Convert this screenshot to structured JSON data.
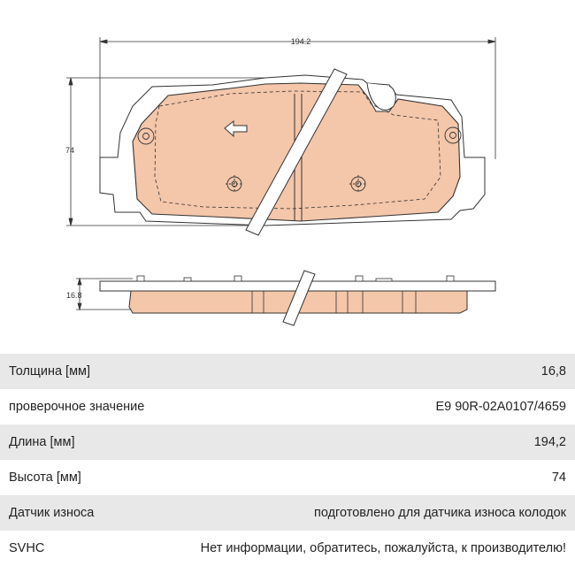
{
  "drawing": {
    "dim_length": "194.2",
    "dim_height": "74",
    "dim_thickness": "16.8",
    "pad_color": "#f4c6aa",
    "line_color": "#333333"
  },
  "specs": [
    {
      "label": "Толщина [мм]",
      "value": "16,8"
    },
    {
      "label": "проверочное значение",
      "value": "E9 90R-02A0107/4659"
    },
    {
      "label": "Длина [мм]",
      "value": "194,2"
    },
    {
      "label": "Высота [мм]",
      "value": "74"
    },
    {
      "label": "Датчик износа",
      "value": "подготовлено для датчика износа колодок"
    },
    {
      "label": "SVHC",
      "value": "Нет информации, обратитесь, пожалуйста, к производителю!"
    }
  ]
}
